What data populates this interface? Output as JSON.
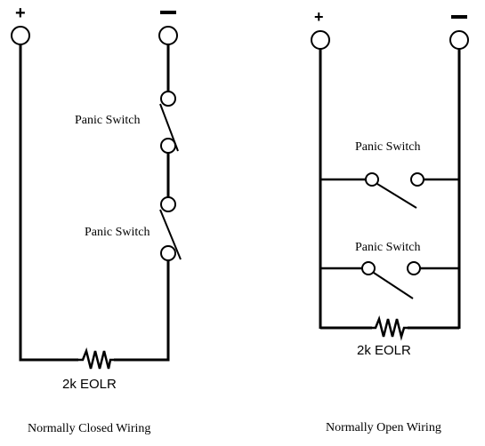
{
  "left_diagram": {
    "plus_label": "+",
    "switch_labels": [
      "Panic Switch",
      "Panic Switch"
    ],
    "resistor_label": "2k EOLR",
    "caption": "Normally Closed Wiring"
  },
  "right_diagram": {
    "plus_label": "+",
    "switch_labels": [
      "Panic Switch",
      "Panic Switch"
    ],
    "resistor_label": "2k EOLR",
    "caption": "Normally Open Wiring"
  }
}
